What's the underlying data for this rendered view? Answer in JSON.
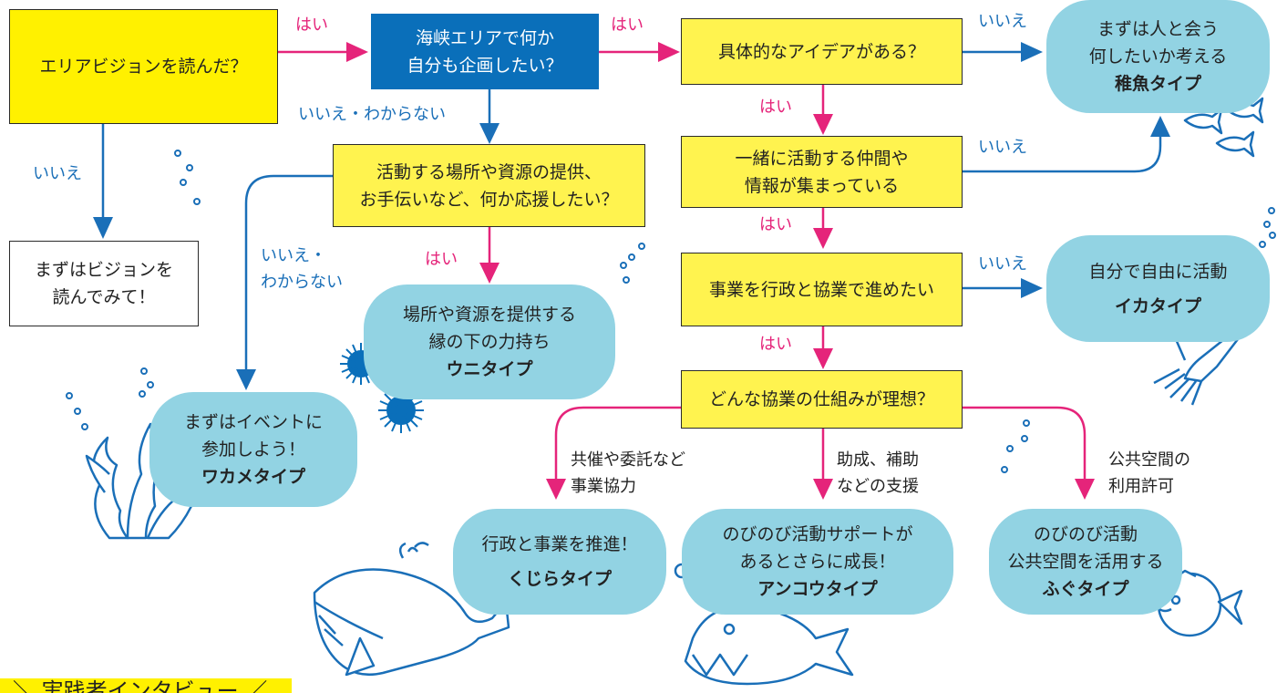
{
  "nodes": {
    "q_vision": "エリアビジョンを読んだ？",
    "q_plan": [
      "海峡エリアで何か",
      "自分も企画したい？"
    ],
    "q_idea": "具体的なアイデアがある？",
    "q_support": [
      "活動する場所や資源の提供、",
      "お手伝いなど、何か応援したい？"
    ],
    "q_team": [
      "一緒に活動する仲間や",
      "情報が集まっている"
    ],
    "q_gov": "事業を行政と協業で進めたい",
    "q_scheme": "どんな協業の仕組みが理想？",
    "read_vision": [
      "まずはビジョンを",
      "読んでみて！"
    ]
  },
  "results": {
    "chigyo": {
      "lines": [
        "まずは人と会う",
        "何したいか考える"
      ],
      "type": "稚魚タイプ"
    },
    "ika": {
      "lines": [
        "自分で自由に活動"
      ],
      "type": "イカタイプ"
    },
    "uni": {
      "lines": [
        "場所や資源を提供する",
        "縁の下の力持ち"
      ],
      "type": "ウニタイプ"
    },
    "wakame": {
      "lines": [
        "まずはイベントに",
        "参加しよう！"
      ],
      "type": "ワカメタイプ"
    },
    "kujira": {
      "lines": [
        "行政と事業を推進！"
      ],
      "type": "くじらタイプ"
    },
    "ankou": {
      "lines": [
        "のびのび活動サポートが",
        "あるとさらに成長！"
      ],
      "type": "アンコウタイプ"
    },
    "fugu": {
      "lines": [
        "のびのび活動",
        "公共空間を活用する"
      ],
      "type": "ふぐタイプ"
    }
  },
  "labels": {
    "yes": "はい",
    "no": "いいえ",
    "no_unknown": "いいえ・わからない",
    "no_unknown_split": [
      "いいえ・",
      "わからない"
    ],
    "kyosai": [
      "共催や委託など",
      "事業協力"
    ],
    "josei": [
      "助成、補助",
      "などの支援"
    ],
    "kokyo": [
      "公共空間の",
      "利用許可"
    ]
  },
  "footer": "＼ 実践者インタビュー ／",
  "colors": {
    "yes_arrow": "#e5247a",
    "no_arrow": "#1a6fb8",
    "question": "#fff34f",
    "start": "#fff100",
    "focus": "#0a6fba",
    "result": "#92d3e3"
  },
  "illustrations": [
    "fish-icon",
    "squid-icon",
    "sea-urchin-icon",
    "seaweed-icon",
    "whale-icon",
    "anglerfish-icon",
    "pufferfish-icon",
    "bubbles-icon"
  ]
}
